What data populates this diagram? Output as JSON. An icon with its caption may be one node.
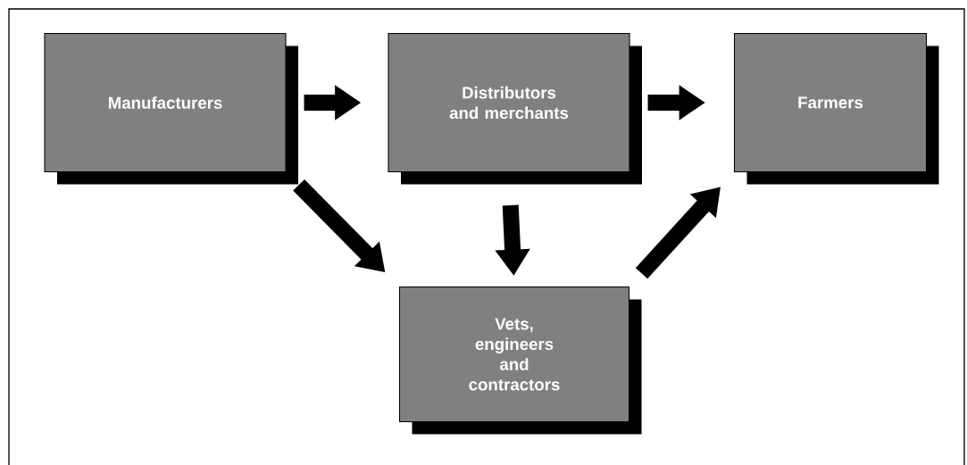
{
  "diagram": {
    "nodes": [
      {
        "text": [
          "Manufacturers"
        ]
      },
      {
        "text": [
          "Distributors and merchants"
        ]
      },
      {
        "text": [
          "Farmers"
        ]
      },
      {
        "text": [
          "Vets, engineers and contractors"
        ]
      }
    ],
    "edges": [
      {
        "from": 0,
        "to": 1,
        "arrow": "to"
      },
      {
        "from": 1,
        "to": 2,
        "arrow": "to"
      },
      {
        "from": 1,
        "to": 3,
        "arrow": "to"
      },
      {
        "from": 0,
        "to": 3,
        "arrow": "to"
      },
      {
        "from": 3,
        "to": 2,
        "arrow": "to"
      }
    ]
  }
}
